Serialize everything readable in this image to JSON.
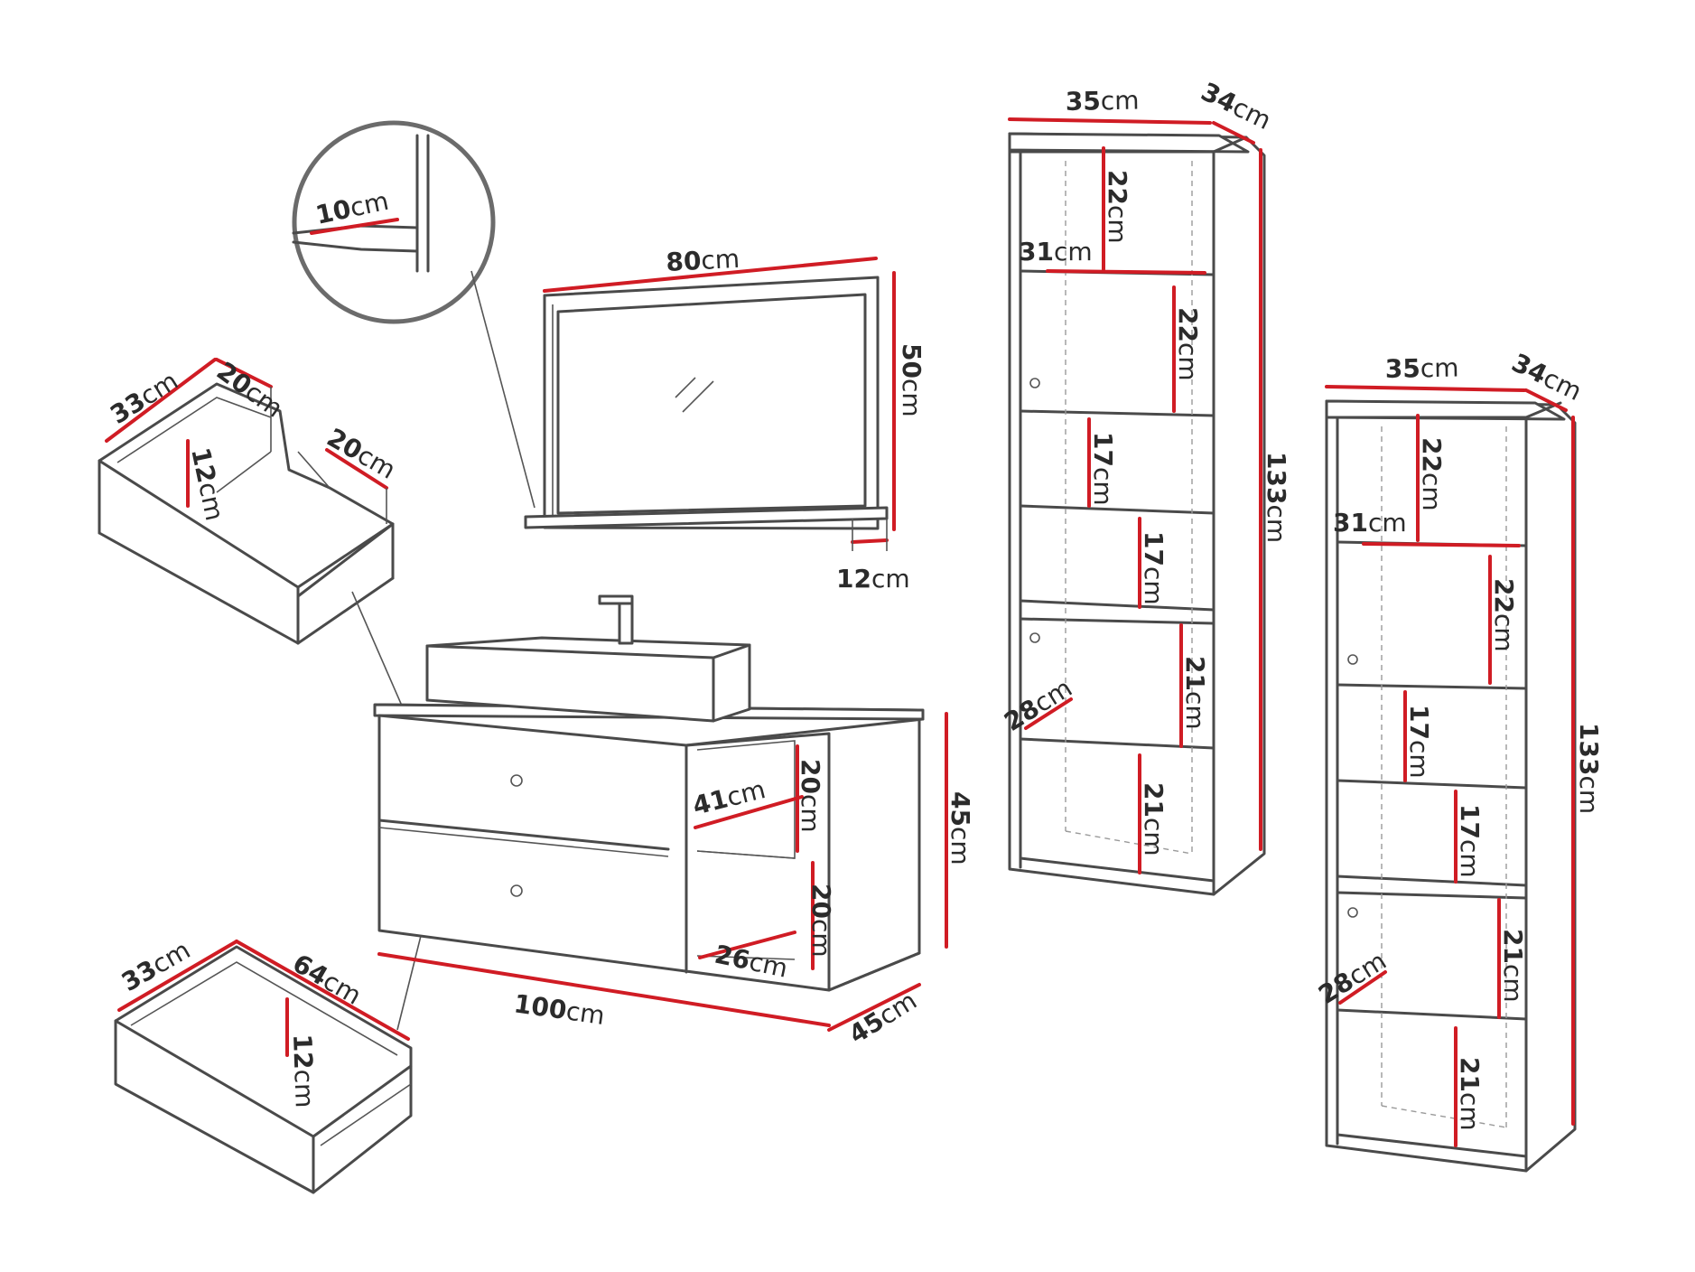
{
  "dimensions": {
    "mirror_width": {
      "num": "80",
      "unit": "cm"
    },
    "mirror_height": {
      "num": "50",
      "unit": "cm"
    },
    "mirror_shelf": {
      "num": "12",
      "unit": "cm"
    },
    "shelf_detail": {
      "num": "10",
      "unit": "cm"
    },
    "top_drawer_width": {
      "num": "33",
      "unit": "cm"
    },
    "top_drawer_inner": {
      "num": "20",
      "unit": "cm"
    },
    "top_drawer_depth": {
      "num": "20",
      "unit": "cm"
    },
    "top_drawer_height": {
      "num": "12",
      "unit": "cm"
    },
    "bottom_drawer_width": {
      "num": "33",
      "unit": "cm"
    },
    "bottom_drawer_depth": {
      "num": "64",
      "unit": "cm"
    },
    "bottom_drawer_height": {
      "num": "12",
      "unit": "cm"
    },
    "vanity_width": {
      "num": "100",
      "unit": "cm"
    },
    "vanity_height": {
      "num": "45",
      "unit": "cm"
    },
    "vanity_depth": {
      "num": "45",
      "unit": "cm"
    },
    "vanity_shelf_width": {
      "num": "41",
      "unit": "cm"
    },
    "vanity_shelf_depth": {
      "num": "26",
      "unit": "cm"
    },
    "vanity_shelf_h1": {
      "num": "20",
      "unit": "cm"
    },
    "vanity_shelf_h2": {
      "num": "20",
      "unit": "cm"
    },
    "tall1_width": {
      "num": "35",
      "unit": "cm"
    },
    "tall1_depth": {
      "num": "34",
      "unit": "cm"
    },
    "tall1_height": {
      "num": "133",
      "unit": "cm"
    },
    "tall1_inner_width": {
      "num": "31",
      "unit": "cm"
    },
    "tall1_inner_depth": {
      "num": "28",
      "unit": "cm"
    },
    "tall1_h1": {
      "num": "22",
      "unit": "cm"
    },
    "tall1_h2": {
      "num": "22",
      "unit": "cm"
    },
    "tall1_h3": {
      "num": "17",
      "unit": "cm"
    },
    "tall1_h4": {
      "num": "17",
      "unit": "cm"
    },
    "tall1_h5": {
      "num": "21",
      "unit": "cm"
    },
    "tall1_h6": {
      "num": "21",
      "unit": "cm"
    },
    "tall2_width": {
      "num": "35",
      "unit": "cm"
    },
    "tall2_depth": {
      "num": "34",
      "unit": "cm"
    },
    "tall2_height": {
      "num": "133",
      "unit": "cm"
    },
    "tall2_inner_width": {
      "num": "31",
      "unit": "cm"
    },
    "tall2_inner_depth": {
      "num": "28",
      "unit": "cm"
    },
    "tall2_h1": {
      "num": "22",
      "unit": "cm"
    },
    "tall2_h2": {
      "num": "22",
      "unit": "cm"
    },
    "tall2_h3": {
      "num": "17",
      "unit": "cm"
    },
    "tall2_h4": {
      "num": "17",
      "unit": "cm"
    },
    "tall2_h5": {
      "num": "21",
      "unit": "cm"
    },
    "tall2_h6": {
      "num": "21",
      "unit": "cm"
    }
  },
  "colors": {
    "dimension_line": "#d01c24",
    "outline": "#4a4a4a"
  }
}
